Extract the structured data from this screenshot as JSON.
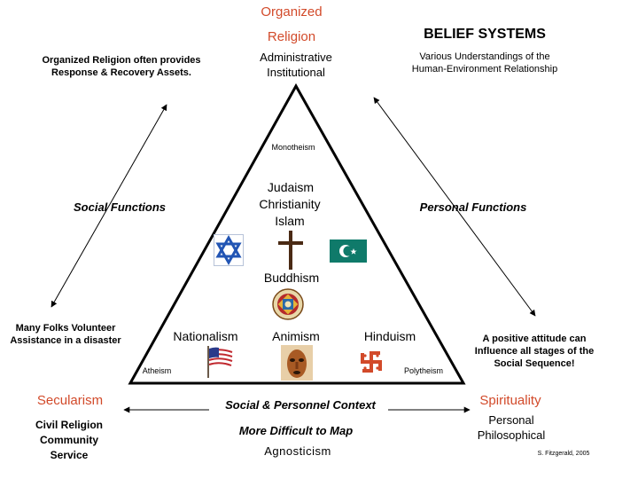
{
  "colors": {
    "accent": "#d24a2a",
    "line": "#000000",
    "cross": "#4a2a14",
    "star_blue": "#2255b4",
    "crescent_bg": "#0f7a6a",
    "swastika": "#d24a2a"
  },
  "top": {
    "organized": "Organized",
    "religion": "Religion",
    "administrative": "Administrative",
    "institutional": "Institutional"
  },
  "title": "BELIEF SYSTEMS",
  "subtitle_line1": "Various Understandings of the",
  "subtitle_line2": "Human-Environment Relationship",
  "organized_note_line1": "Organized Religion often provides",
  "organized_note_line2": "Response & Recovery Assets.",
  "social_functions": "Social Functions",
  "personal_functions": "Personal Functions",
  "volunteer_line1": "Many Folks Volunteer",
  "volunteer_line2": "Assistance in a disaster",
  "positive_line1": "A positive attitude can",
  "positive_line2": "Influence all stages of the",
  "positive_line3": "Social Sequence!",
  "triangle": {
    "monotheism": "Monotheism",
    "judaism": "Judaism",
    "christianity": "Christianity",
    "islam": "Islam",
    "buddhism": "Buddhism",
    "nationalism": "Nationalism",
    "animism": "Animism",
    "hinduism": "Hinduism",
    "atheism": "Atheism",
    "polytheism": "Polytheism"
  },
  "secularism": "Secularism",
  "civil_line1": "Civil Religion",
  "civil_line2": "Community",
  "civil_line3": "Service",
  "spirituality": "Spirituality",
  "personal": "Personal",
  "philosophical": "Philosophical",
  "social_context": "Social & Personnel Context",
  "more_difficult": "More Difficult to Map",
  "agnosticism": "Agnosticism",
  "credit": "S. Fitzgerald, 2005",
  "icons": [
    "star-of-david-icon",
    "cross-icon",
    "crescent-star-icon",
    "dharma-wheel-icon",
    "american-flag-icon",
    "tribal-mask-icon",
    "swastika-icon"
  ]
}
